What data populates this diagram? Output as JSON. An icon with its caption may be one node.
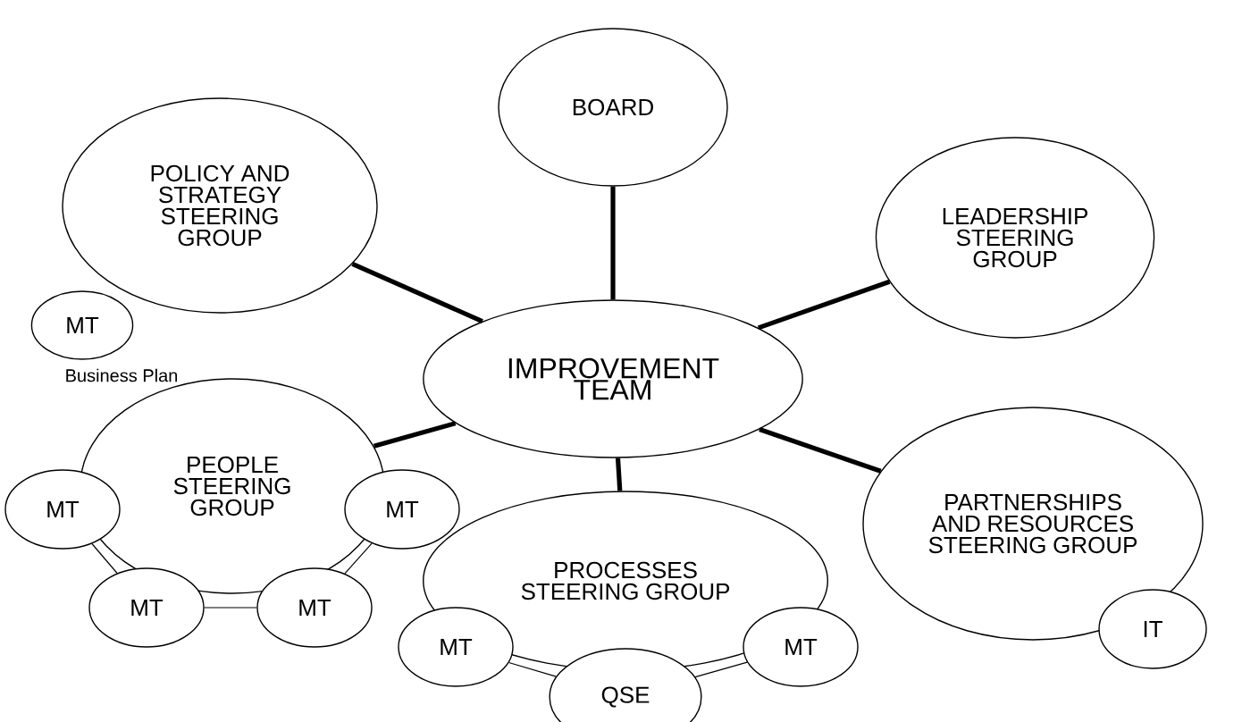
{
  "diagram": {
    "nodes": [
      {
        "text": [
          "BOARD"
        ]
      },
      {
        "text": [
          "POLICY AND STRATEGY STEERING GROUP"
        ]
      },
      {
        "text": [
          "LEADERSHIP STEERING GROUP"
        ]
      },
      {
        "text": [
          "MT"
        ]
      },
      {
        "text": [
          "IMPROVEMENT TEAM"
        ]
      },
      {
        "text": [
          "PEOPLE STEERING GROUP"
        ]
      },
      {
        "text": [
          "MT"
        ]
      },
      {
        "text": [
          "MT"
        ]
      },
      {
        "text": [
          "MT"
        ]
      },
      {
        "text": [
          "MT"
        ]
      },
      {
        "text": [
          "PARTNERSHIPS AND RESOURCES STEERING GROUP"
        ]
      },
      {
        "text": [
          "IT"
        ]
      },
      {
        "text": [
          "PROCESSES STEERING GROUP"
        ]
      },
      {
        "text": [
          "MT"
        ]
      },
      {
        "text": [
          "QSE"
        ]
      },
      {
        "text": [
          "MT"
        ]
      }
    ],
    "edges": [
      {
        "from": 4,
        "to": 0,
        "arrow": "none"
      },
      {
        "from": 4,
        "to": 1,
        "arrow": "none"
      },
      {
        "from": 4,
        "to": 2,
        "arrow": "none"
      },
      {
        "from": 4,
        "to": 5,
        "arrow": "none"
      },
      {
        "from": 4,
        "to": 12,
        "arrow": "none"
      },
      {
        "from": 4,
        "to": 10,
        "arrow": "none"
      },
      {
        "from": 6,
        "to": 8,
        "arrow": "none"
      },
      {
        "from": 8,
        "to": 9,
        "arrow": "none"
      },
      {
        "from": 9,
        "to": 7,
        "arrow": "none"
      },
      {
        "from": 13,
        "to": 14,
        "arrow": "none"
      },
      {
        "from": 14,
        "to": 15,
        "arrow": "none"
      }
    ],
    "labels": [
      "Business Plan"
    ]
  }
}
